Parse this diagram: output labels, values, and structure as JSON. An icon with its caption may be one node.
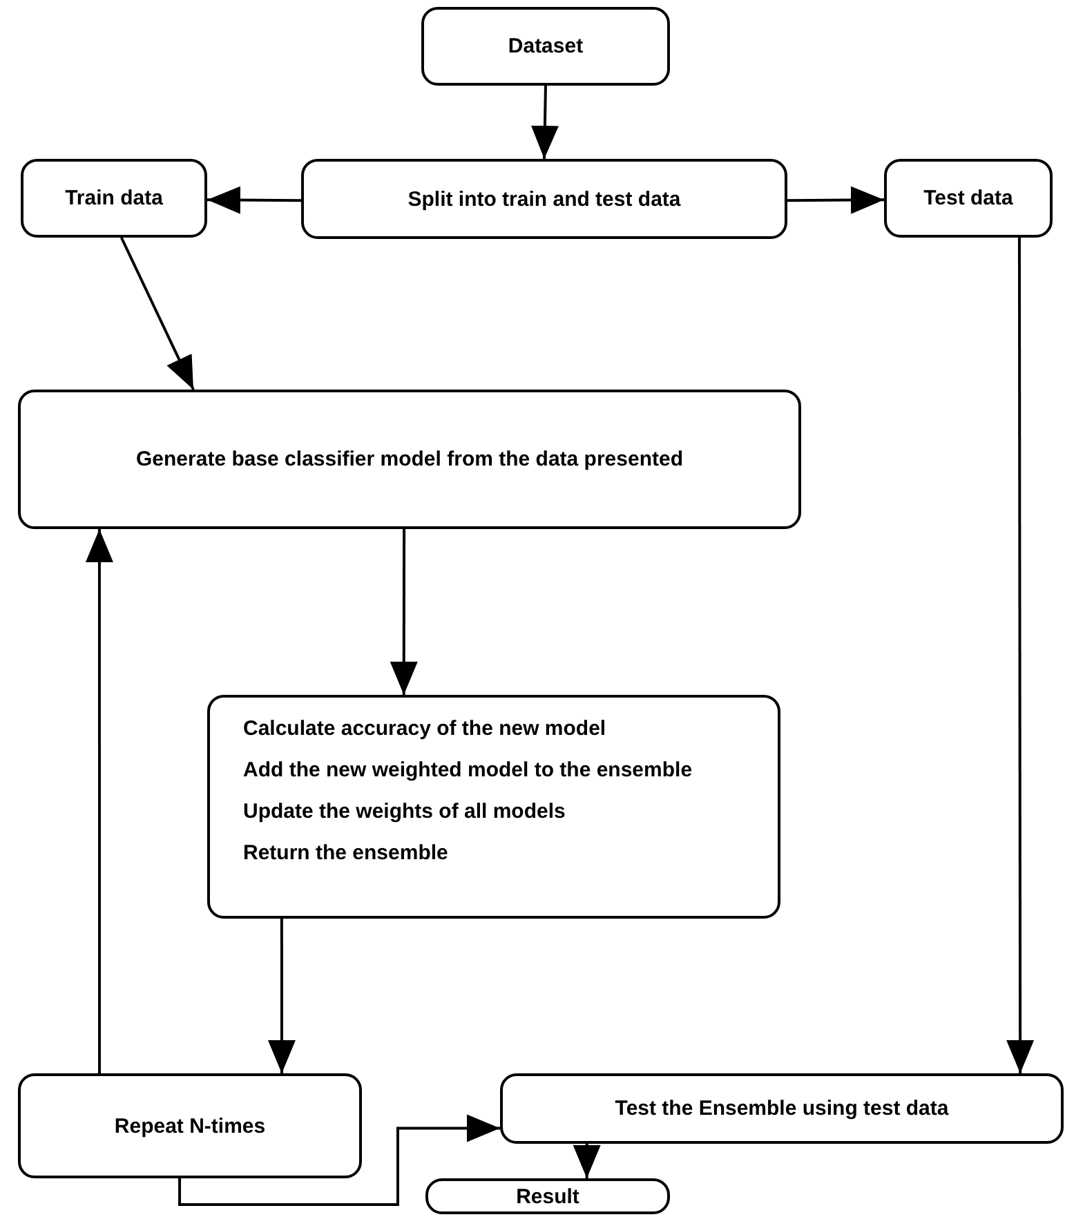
{
  "diagram": {
    "nodes": [
      {
        "text": [
          "Dataset"
        ]
      },
      {
        "text": [
          "Split into train and test data"
        ]
      },
      {
        "text": [
          "Train data"
        ]
      },
      {
        "text": [
          "Test data"
        ]
      },
      {
        "text": [
          "Generate base classifier model from the data presented"
        ]
      },
      {
        "text": [
          "Calculate accuracy of the new model",
          "Add the new weighted model to the ensemble",
          "Update the weights of all models",
          "Return the ensemble"
        ]
      },
      {
        "text": [
          "Repeat N-times"
        ]
      },
      {
        "text": [
          "Test the Ensemble using test data"
        ]
      },
      {
        "text": [
          "Result"
        ]
      }
    ],
    "edges": [
      {
        "from": 0,
        "to": 1,
        "arrow": "to"
      },
      {
        "from": 1,
        "to": 2,
        "arrow": "to"
      },
      {
        "from": 1,
        "to": 3,
        "arrow": "to"
      },
      {
        "from": 2,
        "to": 4,
        "arrow": "to"
      },
      {
        "from": 4,
        "to": 5,
        "arrow": "to"
      },
      {
        "from": 5,
        "to": 6,
        "arrow": "to"
      },
      {
        "from": 6,
        "to": 4,
        "arrow": "to"
      },
      {
        "from": 6,
        "to": 7,
        "arrow": "to"
      },
      {
        "from": 3,
        "to": 7,
        "arrow": "to"
      },
      {
        "from": 7,
        "to": 8,
        "arrow": "to"
      }
    ]
  }
}
